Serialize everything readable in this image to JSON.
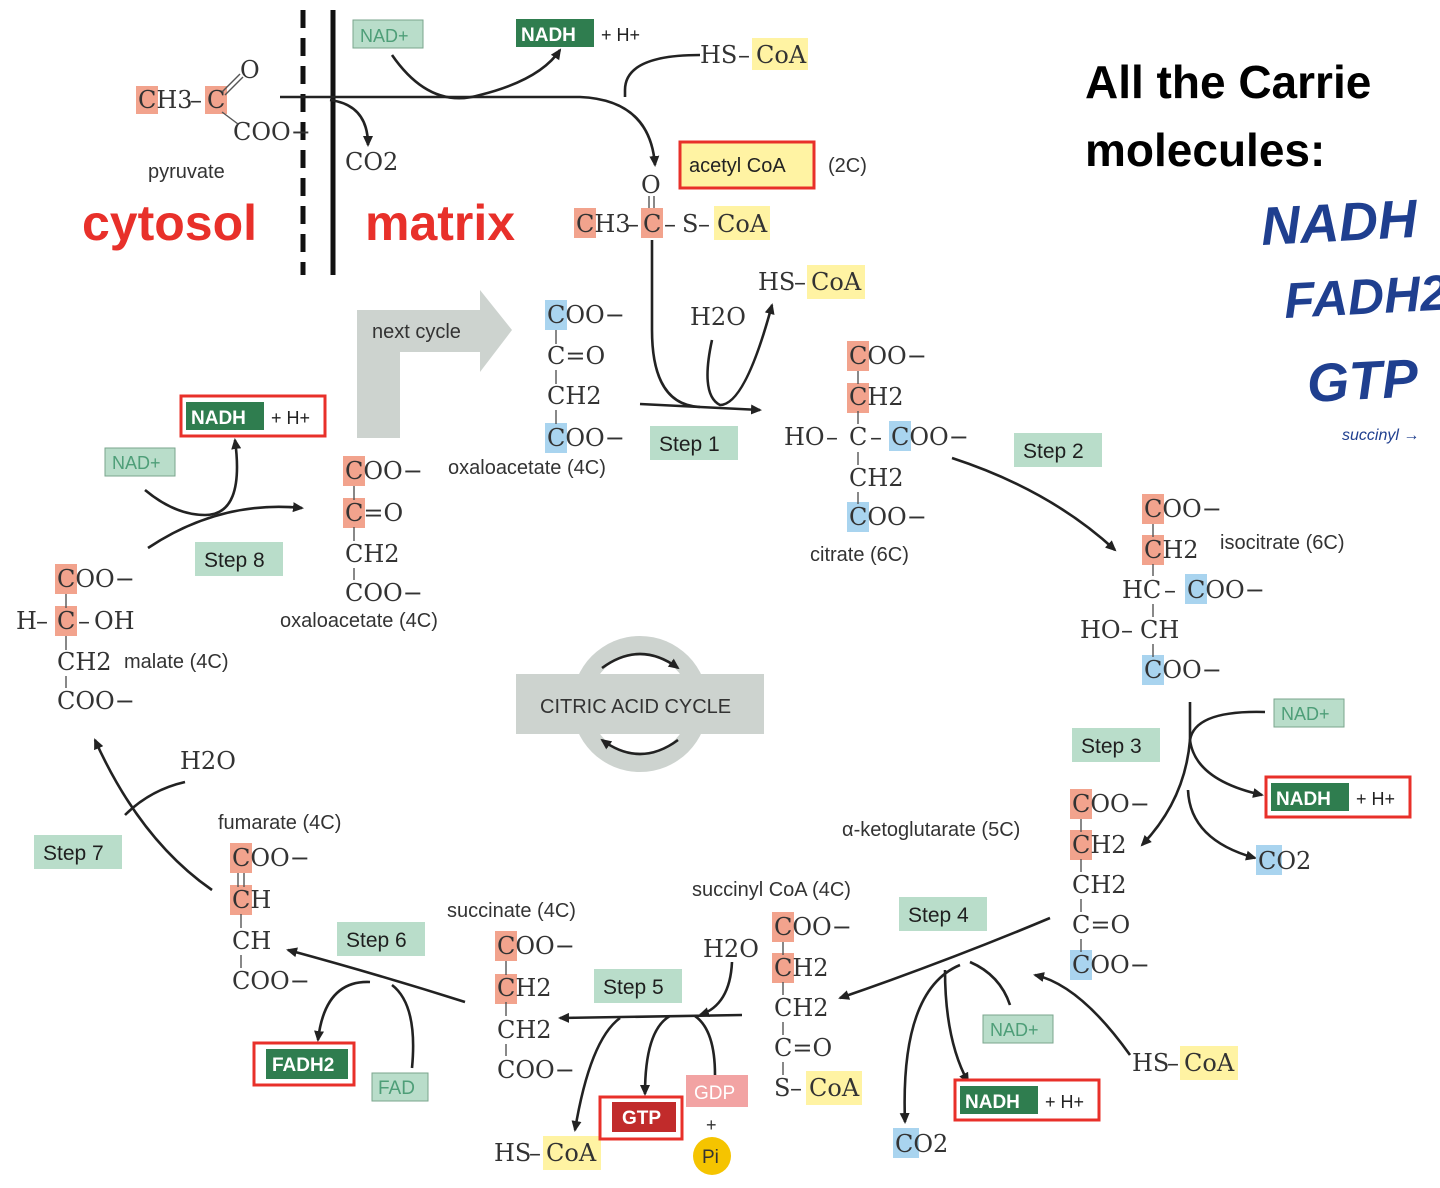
{
  "regions": {
    "cytosol": "cytosol",
    "matrix": "matrix"
  },
  "heading": {
    "line1": "All the Carrie",
    "line2": "molecules:"
  },
  "handwritten": {
    "nadh": "NADH",
    "fadh2": "FADH2",
    "gtp": "GTP",
    "note": "succinyl →"
  },
  "center_label": "CITRIC ACID CYCLE",
  "next_cycle": "next cycle",
  "steps": [
    "Step 1",
    "Step 2",
    "Step 3",
    "Step 4",
    "Step 5",
    "Step 6",
    "Step 7",
    "Step 8"
  ],
  "chem": {
    "ch3": "CH3",
    "c": "C",
    "o": "O",
    "coo": "COO",
    "coo_minus": "COO−",
    "ch2": "CH2",
    "ch": "CH",
    "ceqo": "C=O",
    "s": "S",
    "hs": "HS",
    "coa": "CoA",
    "ho": "HO",
    "hc": "HC",
    "h": "H",
    "oh": "OH",
    "dash": "–",
    "h2o": "H2O",
    "co2": "CO2",
    "nad": "NAD+",
    "nadh": "NADH",
    "plus_h": "+ H+",
    "fadh2": "FADH2",
    "fad": "FAD",
    "gtp": "GTP",
    "gdp": "GDP",
    "pi": "Pi",
    "plus": "+",
    "eq": "="
  },
  "labels": {
    "pyruvate": "pyruvate",
    "acetyl_coa": "acetyl CoA",
    "acetyl_coa_carbons": "(2C)",
    "oxaloacetate_top": "oxaloacetate (4C)",
    "citrate": "citrate (6C)",
    "isocitrate": "isocitrate (6C)",
    "alpha_kg": "α-ketoglutarate (5C)",
    "succinyl_coa": "succinyl CoA (4C)",
    "succinate": "succinate (4C)",
    "fumarate": "fumarate (4C)",
    "malate": "malate (4C)",
    "oxaloacetate_left": "oxaloacetate (4C)"
  },
  "colors": {
    "red_text": "#e8302a",
    "salmon": "#f2a38d",
    "blue": "#a9d4ef",
    "yellow": "#fff3a3",
    "green_dark": "#2f7d4f",
    "green_light": "#b9ddca",
    "red_box": "#e8302a",
    "gtp_red": "#c12b2b",
    "gdp_pink": "#f2a3a3",
    "pi_yellow": "#f5c400",
    "ink_blue": "#1f3f8f",
    "grey": "#cdd3cf"
  }
}
